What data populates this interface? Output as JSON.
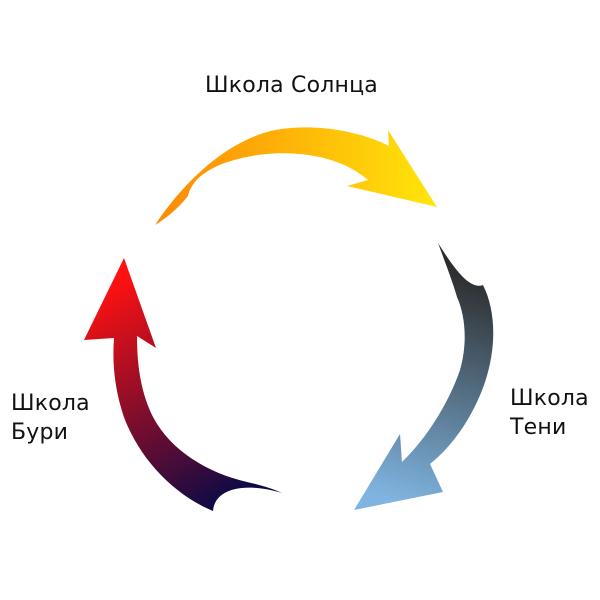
{
  "diagram": {
    "labels": {
      "sun": "Школа Солнца",
      "storm": "Школа\nБури",
      "shadow": "Школа\nТени"
    },
    "arrows": {
      "sun": {
        "start_color": "#fd8a05",
        "end_color": "#ffe50b"
      },
      "shadow": {
        "start_color": "#2b2b2b",
        "end_color": "#7fb4e0"
      },
      "storm": {
        "start_color": "#0b0a45",
        "end_color": "#ff1111"
      }
    }
  }
}
